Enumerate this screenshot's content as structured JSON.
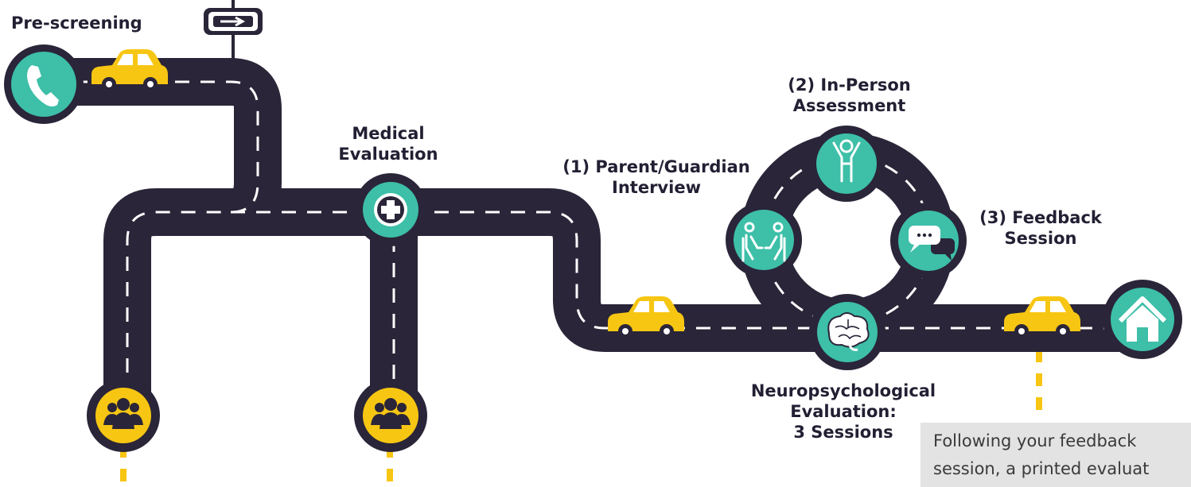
{
  "stages": {
    "prescreening": {
      "label": "Pre-screening"
    },
    "medical": {
      "line1": "Medical",
      "line2": "Evaluation"
    },
    "interview": {
      "line1": "(1) Parent/Guardian",
      "line2": "Interview"
    },
    "assessment": {
      "line1": "(2) In-Person",
      "line2": "Assessment"
    },
    "feedback": {
      "line1": "(3) Feedback",
      "line2": "Session"
    },
    "neuro": {
      "line1": "Neuropsychological",
      "line2": "Evaluation:",
      "line3": "3 Sessions"
    }
  },
  "note": {
    "line1": "Following your feedback",
    "line2": "session, a printed evaluat"
  },
  "colors": {
    "road": "#2a2538",
    "teal": "#3dbfa8",
    "yellow": "#f7c613",
    "text": "#231f33",
    "note_bg": "#e3e3e4"
  },
  "icons": [
    "phone-icon",
    "medical-cross-icon",
    "interview-icon",
    "child-icon",
    "chat-icon",
    "brain-icon",
    "home-icon",
    "group-icon",
    "arrow-sign-icon",
    "car-icon"
  ]
}
